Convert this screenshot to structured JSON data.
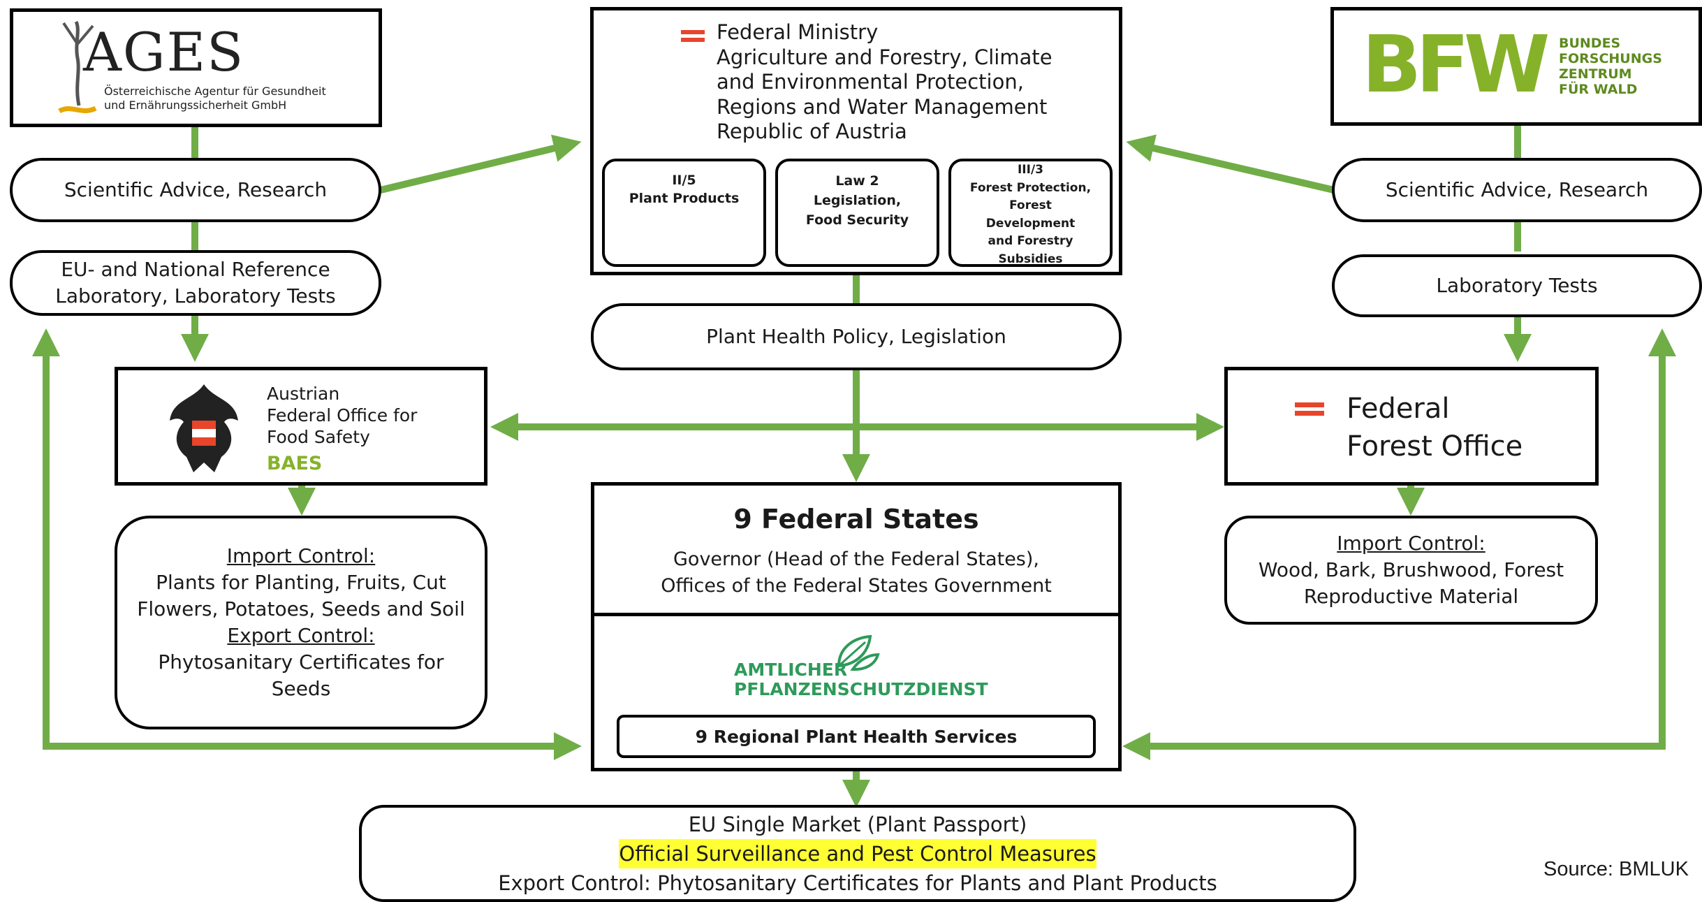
{
  "colors": {
    "arrow": "#70ad47",
    "highlight": "#ffff33",
    "austria_red": "#e8452b",
    "bfw_green": "#86b22a",
    "pflanzen_green": "#2e9a5a"
  },
  "ages": {
    "name": "AGES",
    "subtitle_line1": "Österreichische Agentur für Gesundheit",
    "subtitle_line2": "und Ernährungssicherheit GmbH"
  },
  "bfw": {
    "name": "BFW",
    "line1": "BUNDES",
    "line2": "FORSCHUNGS",
    "line3": "ZENTRUM",
    "line4": "FÜR WALD"
  },
  "ministry": {
    "title_lines": [
      "Federal Ministry",
      "Agriculture and Forestry, Climate",
      "and Environmental Protection,",
      "Regions and Water Management",
      "Republic of Austria"
    ],
    "departments": [
      {
        "code": "II/5",
        "lines": [
          "Plant Products"
        ]
      },
      {
        "code": "Law 2",
        "lines": [
          "Legislation,",
          "Food Security"
        ]
      },
      {
        "code": "III/3",
        "lines": [
          "Forest Protection,",
          "Forest",
          "Development",
          "and Forestry",
          "Subsidies"
        ]
      }
    ]
  },
  "left": {
    "advice": "Scientific Advice, Research",
    "lab_line1": "EU- and National Reference",
    "lab_line2": "Laboratory, Laboratory Tests"
  },
  "right": {
    "advice": "Scientific Advice, Research",
    "lab": "Laboratory Tests"
  },
  "policy": "Plant Health Policy, Legislation",
  "baes": {
    "line1": "Austrian",
    "line2": "Federal Office for",
    "line3": "Food Safety",
    "acronym": "BAES"
  },
  "forest_office": {
    "line1": "Federal",
    "line2": "Forest Office"
  },
  "baes_controls": {
    "import_heading": "Import Control:",
    "import_lines": [
      "Plants for Planting, Fruits, Cut",
      "Flowers, Potatoes, Seeds and Soil"
    ],
    "export_heading": "Export Control:",
    "export_lines": [
      "Phytosanitary Certificates for",
      "Seeds"
    ]
  },
  "forest_controls": {
    "import_heading": "Import Control:",
    "import_lines": [
      "Wood, Bark, Brushwood, Forest",
      "Reproductive Material"
    ]
  },
  "states": {
    "title": "9 Federal States",
    "line1": "Governor (Head of the Federal States),",
    "line2": "Offices of the Federal States Government",
    "service_line1": "AMTLICHER",
    "service_line2": "PFLANZENSCHUTZDIENST",
    "regional": "9 Regional Plant Health Services"
  },
  "bottom": {
    "line1": "EU Single Market (Plant Passport)",
    "line2": "Official Surveillance and Pest Control Measures",
    "line3": "Export Control: Phytosanitary Certificates for Plants and Plant Products"
  },
  "source": "Source: BMLUK"
}
